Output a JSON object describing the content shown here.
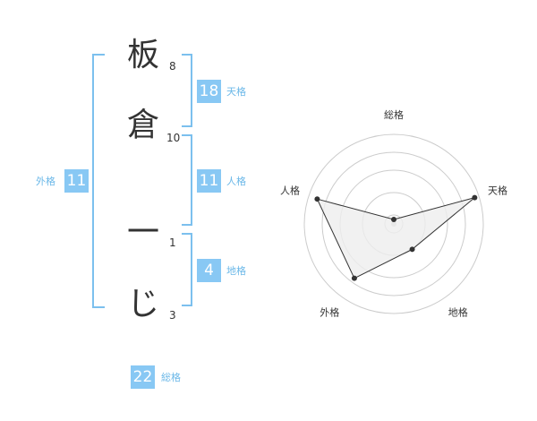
{
  "name": {
    "chars": [
      {
        "char": "板",
        "strokes": "8"
      },
      {
        "char": "倉",
        "strokes": "10"
      },
      {
        "char": "一",
        "strokes": "1"
      },
      {
        "char": "じ",
        "strokes": "3"
      }
    ]
  },
  "kaku": {
    "tenkaku": {
      "value": "18",
      "label": "天格"
    },
    "jinkaku": {
      "value": "11",
      "label": "人格"
    },
    "chikaku": {
      "value": "4",
      "label": "地格"
    },
    "gaikaku": {
      "value": "11",
      "label": "外格"
    },
    "soukaku": {
      "value": "22",
      "label": "総格"
    }
  },
  "radar": {
    "axes": [
      "総格",
      "天格",
      "地格",
      "外格",
      "人格"
    ],
    "values": [
      0.05,
      0.95,
      0.35,
      0.75,
      0.9
    ],
    "colors": {
      "fill": "#eeeeee",
      "line": "#333333",
      "grid": "#cccccc"
    }
  }
}
